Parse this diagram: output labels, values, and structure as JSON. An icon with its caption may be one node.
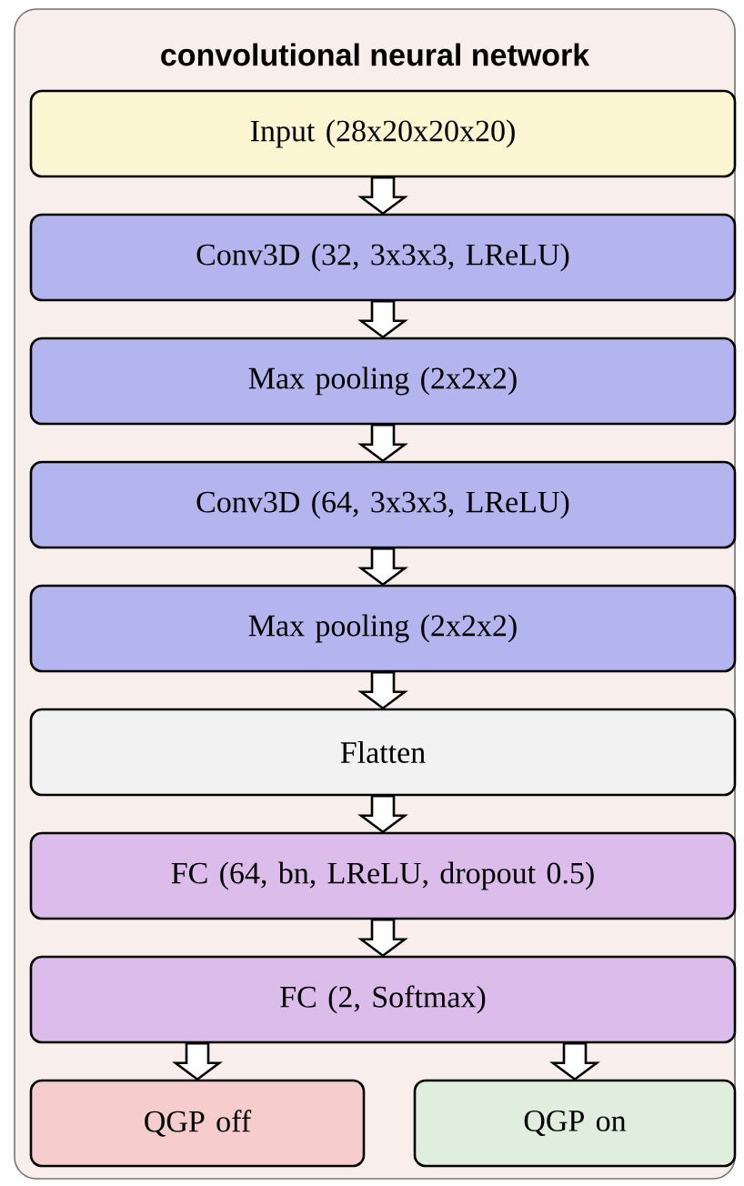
{
  "diagram": {
    "title": "convolutional neural network",
    "nodes": [
      {
        "text": [
          "Input (28x20x20x20)"
        ]
      },
      {
        "text": [
          "Conv3D (32, 3x3x3, LReLU)"
        ]
      },
      {
        "text": [
          "Max pooling (2x2x2)"
        ]
      },
      {
        "text": [
          "Conv3D (64, 3x3x3, LReLU)"
        ]
      },
      {
        "text": [
          "Max pooling (2x2x2)"
        ]
      },
      {
        "text": [
          "Flatten"
        ]
      },
      {
        "text": [
          "FC (64, bn, LReLU, dropout 0.5)"
        ]
      },
      {
        "text": [
          "FC (2, Softmax)"
        ]
      },
      {
        "text": [
          "QGP off"
        ]
      },
      {
        "text": [
          "QGP on"
        ]
      }
    ],
    "edges": [
      {
        "from": 0,
        "to": 1,
        "arrow": "to"
      },
      {
        "from": 1,
        "to": 2,
        "arrow": "to"
      },
      {
        "from": 2,
        "to": 3,
        "arrow": "to"
      },
      {
        "from": 3,
        "to": 4,
        "arrow": "to"
      },
      {
        "from": 4,
        "to": 5,
        "arrow": "to"
      },
      {
        "from": 5,
        "to": 6,
        "arrow": "to"
      },
      {
        "from": 6,
        "to": 7,
        "arrow": "to"
      },
      {
        "from": 7,
        "to": 8,
        "arrow": "to"
      },
      {
        "from": 7,
        "to": 9,
        "arrow": "to"
      }
    ]
  }
}
